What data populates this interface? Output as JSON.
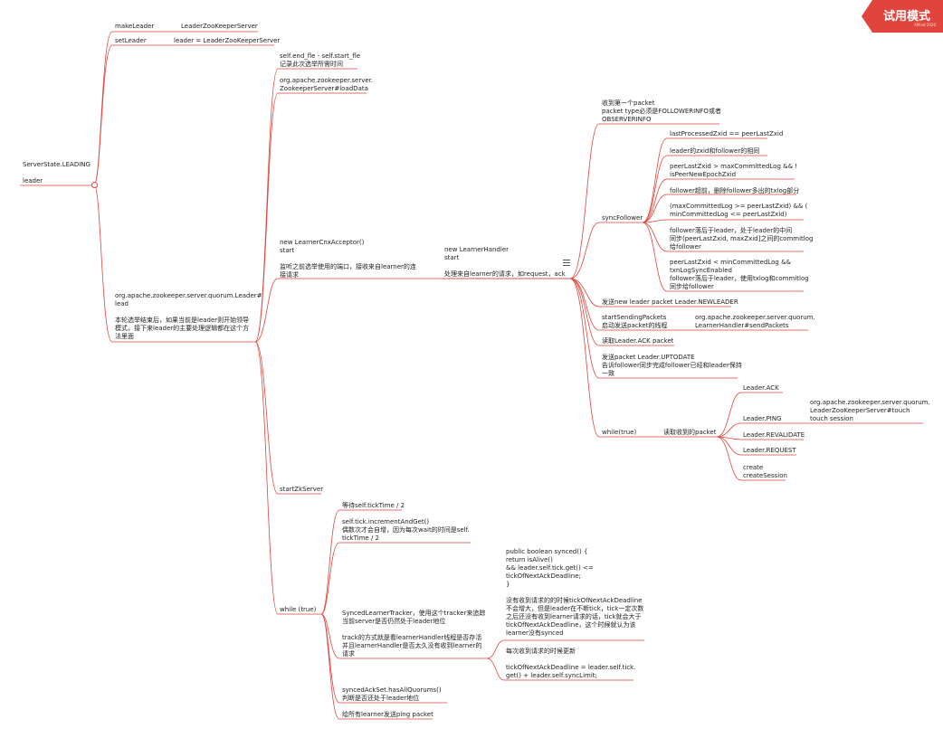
{
  "badge": {
    "title": "试用模式",
    "subtitle": "XMind 2020"
  },
  "nodes": {
    "root": "ServerState.LEADING\n\nleader",
    "makeLeader": "makeLeader",
    "makeLeaderV": "LeaderZooKeeperServer",
    "setLeader": "setLeader",
    "setLeaderV": "leader = LeaderZooKeeperServer",
    "lead": "org.apache.zookeeper.server.quorum.Leader#\nlead\n\n本轮选举结束后，如果当前是leader则开始领导\n模式，接下来leader的主要处理逻辑都在这个方\n法里面",
    "endFle": "self.end_fle - self.start_fle\n记录此次选举所需时间",
    "loadData": "org.apache.zookeeper.server.\nZookeeperServer#loadData",
    "acceptor": "new LearnerCnxAcceptor()\nstart\n\n监听之前选举使用的端口，接收来自learner的连\n接请求",
    "startZk": "startZkServer",
    "whileTrue": "while (true)",
    "handler": "new LearnerHandler\nstart\n\n处理来自learner的请求，如request，ack",
    "firstPacket": "收到第一个packet\npacket type必须是FOLLOWERINFO或者\nOBSERVERINFO",
    "syncFollower": "syncFollower",
    "sync1": "lastProcessedZxid == peerLastZxid",
    "sync2": "leader的zxid和follower的相同",
    "sync3": "peerLastZxid > maxCommittedLog && !\nisPeerNewEpochZxid",
    "sync4": "follower超前，删除follower多出的txlog部分",
    "sync5": "(maxCommittedLog >= peerLastZxid)    && (\nminCommittedLog <= peerLastZxid)",
    "sync6": "follower落后于leader，处于leader的中间\n同步(peerLastZxid, maxZxid]之间的commitlog\n给follower",
    "sync7": "peerLastZxid < minCommittedLog &&\ntxnLogSyncEnabled\nfollower落后于leader，使用txlog和commitlog\n同步给follower",
    "newLeader": "发送new leader packet Leader.NEWLEADER",
    "startSending": "startSendingPackets\n启动发送packet的线程",
    "sendPackets": "org.apache.zookeeper.server.quorum.\nLearnerHandler#sendPackets",
    "readAck": "读取Leader.ACK  packet",
    "uptodate": "发送packet Leader.UPTODATE\n告诉follower同步完成follower已经和leader保持\n一致",
    "whileTrue2": "while(true)",
    "readPacket": "读取收到的packet",
    "pAck": "Leader.ACK",
    "pPing": "Leader.PING",
    "pPingV": "org.apache.zookeeper.server.quorum.\nLeaderZooKeeperServer#touch\ntouch  session",
    "pRevalidate": "Leader.REVALIDATE",
    "pRequest": "Leader.REQUEST",
    "pCreate": "create\ncreateSession",
    "wait": "等待self.tickTime / 2",
    "tickInc": "self.tick.incrementAndGet()\n偶数次才会自增，因为每次wait的时间是self.\ntickTime / 2",
    "synced": "SyncedLearnerTracker，使用这个tracker来追踪\n当前server是否仍然处于leader地位\n\ntrack的方式就是看learnerHandler线程是否存活\n并且learnerHandler是否太久没有收到learner的\n请求",
    "syncedFn": "public boolean synced() {\n        return isAlive()\n        && leader.self.tick.get() <=\ntickOfNextAckDeadline;\n    }\n\n没有收到请求的的时候tickOfNextAckDeadline\n不会增大，但是leader在不断tick，tick一定次数\n之后还没有收到learner请求的话，tick就会大于\ntickOfNextAckDeadline，这个时候就认为该\nlearner没有synced",
    "deadline": "每次收到请求的时候更新\n\ntickOfNextAckDeadline = leader.self.tick.\nget() + leader.self.syncLimit;",
    "quorums": "syncedAckSet.hasAllQuorums()\n判断是否还处于leader地位",
    "ping": "给所有learner发送ping  packet"
  }
}
